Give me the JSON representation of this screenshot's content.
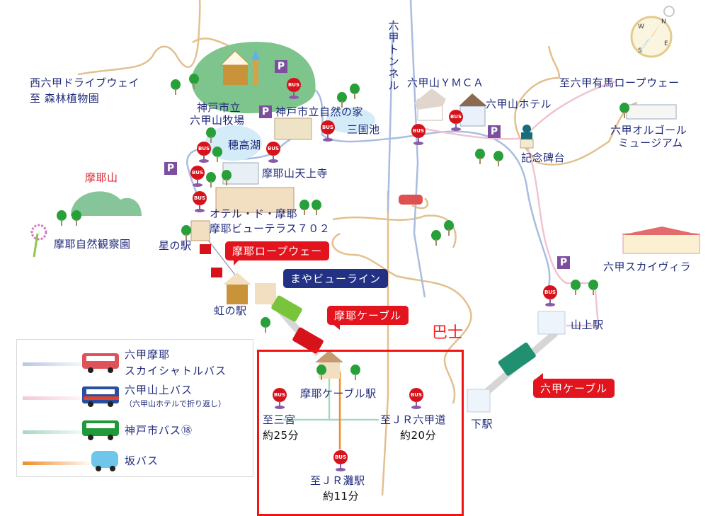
{
  "map": {
    "places": {
      "nishi_rokko": "西六甲ドライブウェイ",
      "forest_garden": "至 森林植物園",
      "pasture_line1": "神戸市立",
      "pasture_line2": "六甲山牧場",
      "nature_house": "神戸市立自然の家",
      "hotaka_lake": "穂高湖",
      "sangoku_pond": "三国池",
      "maya_tenjoji": "摩耶山天上寺",
      "mt_maya": "摩耶山",
      "maya_nature_garden": "摩耶自然観察園",
      "hotel_de_maya": "オテル・ド・摩耶",
      "maya_view_terrace": "摩耶ビューテラス７０２",
      "hoshi_station": "星の駅",
      "niji_station": "虹の駅",
      "rokko_tunnel": "六甲トンネル",
      "rokko_ymca": "六甲山ＹＭＣＡ",
      "rokko_hotel": "六甲山ホテル",
      "to_arima_ropeway": "至六甲有馬ロープウェー",
      "music_box_line1": "六甲オルゴール",
      "music_box_line2": "ミュージアム",
      "memorial": "記念碑台",
      "sky_villa": "六甲スカイヴィラ",
      "sanjo_station": "山上駅",
      "shimo_station": "下駅"
    },
    "badges": {
      "maya_ropeway": "摩耶ロープウェー",
      "maya_view_line": "まやビューライン",
      "maya_cable": "摩耶ケーブル",
      "rokko_cable": "六甲ケーブル"
    },
    "bus_stop_label": "BUS",
    "parking_label": "P",
    "compass": {
      "n": "N",
      "e": "E",
      "s": "S",
      "w": "W"
    },
    "annotation": "巴士"
  },
  "inset": {
    "station": "摩耶ケーブル駅",
    "routes": [
      {
        "dest": "至三宮",
        "time": "約25分"
      },
      {
        "dest": "至ＪＲ六甲道",
        "time": "約20分"
      },
      {
        "dest": "至ＪＲ灘駅",
        "time": "約11分"
      }
    ]
  },
  "legend": {
    "items": [
      {
        "label1": "六甲摩耶",
        "label2": "スカイシャトルバス",
        "color": "#b8c6e6",
        "bus_color": "#e0525a"
      },
      {
        "label1": "六甲山上バス",
        "label2": "（六甲山ホテルで折り返し）",
        "color": "#f2c8d4",
        "bus_color": "#2a4ea0"
      },
      {
        "label1": "神戸市バス⑱",
        "label2": "",
        "color": "#a7d8bf",
        "bus_color": "#1f9a3a"
      },
      {
        "label1": "坂バス",
        "label2": "",
        "color": "#ef8c2c",
        "bus_color": "#6ec6ea"
      }
    ]
  },
  "colors": {
    "label_navy": "#1f2a7a",
    "badge_red": "#e2141d",
    "badge_navy": "#233184",
    "bus_red": "#d6121b",
    "parking_purple": "#7b4f9e",
    "trail_tan": "#e2c08e",
    "road_blue": "#a9bde0",
    "road_pink": "#f0c4d2",
    "highlight_box": "#f21414"
  }
}
